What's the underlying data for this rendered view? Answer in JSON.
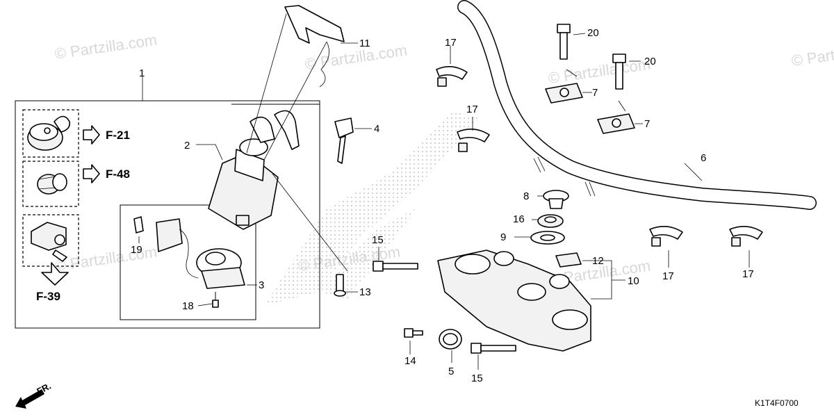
{
  "watermark": "© Partzilla.com",
  "diagram_code": "K1T4F0700",
  "front_label": "FR.",
  "callouts": [
    "1",
    "2",
    "3",
    "4",
    "5",
    "6",
    "7",
    "7",
    "8",
    "9",
    "10",
    "11",
    "12",
    "13",
    "14",
    "15",
    "15",
    "16",
    "17",
    "17",
    "17",
    "17",
    "18",
    "19",
    "20",
    "20"
  ],
  "references": [
    "F-21",
    "F-48",
    "F-39"
  ]
}
